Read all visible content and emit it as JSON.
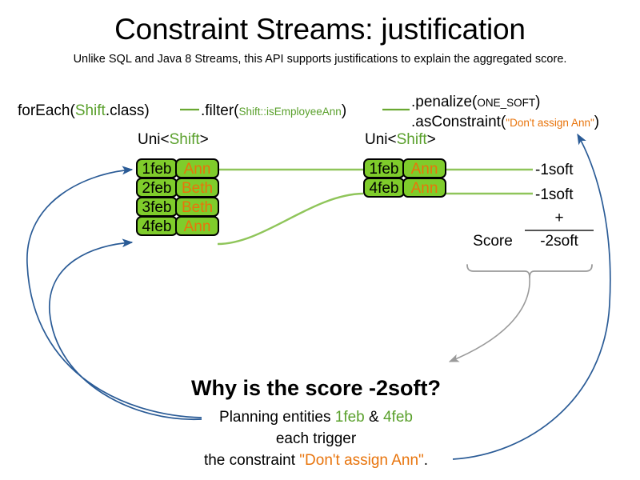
{
  "slide": {
    "title": "Constraint Streams: justification",
    "subtitle": "Unlike SQL and Java 8 Streams, this API supports justifications to explain the aggregated score."
  },
  "colors": {
    "green_accent": "#5aa02c",
    "orange_accent": "#e8740c",
    "card_fill": "#7fcc2b",
    "card_border": "#000000",
    "wire_green": "#8fc55a",
    "arrow_blue": "#2a5b96",
    "brace_gray": "#9a9a9a"
  },
  "pipeline": {
    "for_each": {
      "call": "forEach(",
      "type": "Shift",
      "suffix": ".class)"
    },
    "filter": {
      "call": ".filter(",
      "arg": "Shift::isEmployeeAnn",
      "suffix": ")"
    },
    "penalize": {
      "call": ".penalize(",
      "arg": "ONE_SOFT",
      "suffix": ")"
    },
    "as_constraint": {
      "call": ".asConstraint(",
      "arg": "\"Don't assign Ann\"",
      "suffix": ")"
    }
  },
  "streams": {
    "left": {
      "label_prefix": "Uni<",
      "label_type": "Shift",
      "label_suffix": ">",
      "rows": [
        {
          "date": "1feb",
          "name": "Ann"
        },
        {
          "date": "2feb",
          "name": "Beth"
        },
        {
          "date": "3feb",
          "name": "Beth"
        },
        {
          "date": "4feb",
          "name": "Ann"
        }
      ]
    },
    "right": {
      "label_prefix": "Uni<",
      "label_type": "Shift",
      "label_suffix": ">",
      "rows": [
        {
          "date": "1feb",
          "name": "Ann"
        },
        {
          "date": "4feb",
          "name": "Ann"
        }
      ]
    }
  },
  "score": {
    "impacts": [
      "-1soft",
      "-1soft"
    ],
    "operator": "+",
    "label": "Score",
    "total": "-2soft"
  },
  "explanation": {
    "heading": "Why is the score -2soft?",
    "line1_prefix": "Planning entities ",
    "line1_entity_a": "1feb",
    "line1_amp": " & ",
    "line1_entity_b": "4feb",
    "line2": "each trigger",
    "line3_prefix": "the constraint ",
    "line3_constraint": "\"Don't assign Ann\"",
    "line3_suffix": "."
  },
  "icons": {
    "justification_arrow": "curved-arrow-icon",
    "score_brace": "curly-brace-icon"
  }
}
